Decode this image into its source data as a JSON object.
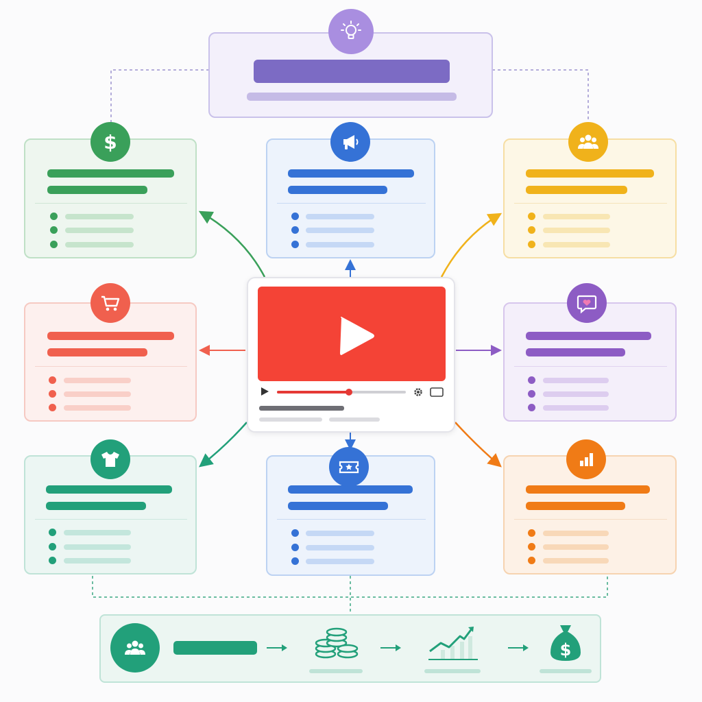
{
  "colors": {
    "purple": "#7c6bc4",
    "green": "#3aa05a",
    "blue": "#3572d6",
    "yellow": "#f0b21b",
    "red": "#f0604e",
    "violet": "#8d5cc4",
    "teal": "#22a07a",
    "orange": "#f07b16",
    "video_red": "#f44336"
  },
  "top_card": {
    "icon": "lightbulb-icon"
  },
  "cards": [
    {
      "id": "green",
      "icon": "dollar-icon"
    },
    {
      "id": "blue-top",
      "icon": "megaphone-icon"
    },
    {
      "id": "yellow",
      "icon": "users-icon"
    },
    {
      "id": "red",
      "icon": "shopping-cart-icon"
    },
    {
      "id": "violet",
      "icon": "heart-chat-icon"
    },
    {
      "id": "teal",
      "icon": "tshirt-icon"
    },
    {
      "id": "blue-bottom",
      "icon": "ticket-star-icon"
    },
    {
      "id": "orange",
      "icon": "bar-chart-icon"
    }
  ],
  "video_player": {
    "icon": "play-icon",
    "controls": [
      "play-icon",
      "gear-icon",
      "fullscreen-icon"
    ],
    "progress": 0.56
  },
  "bottom_flow": {
    "steps": [
      "users-icon",
      "coins-icon",
      "growth-chart-icon",
      "money-bag-icon"
    ]
  }
}
